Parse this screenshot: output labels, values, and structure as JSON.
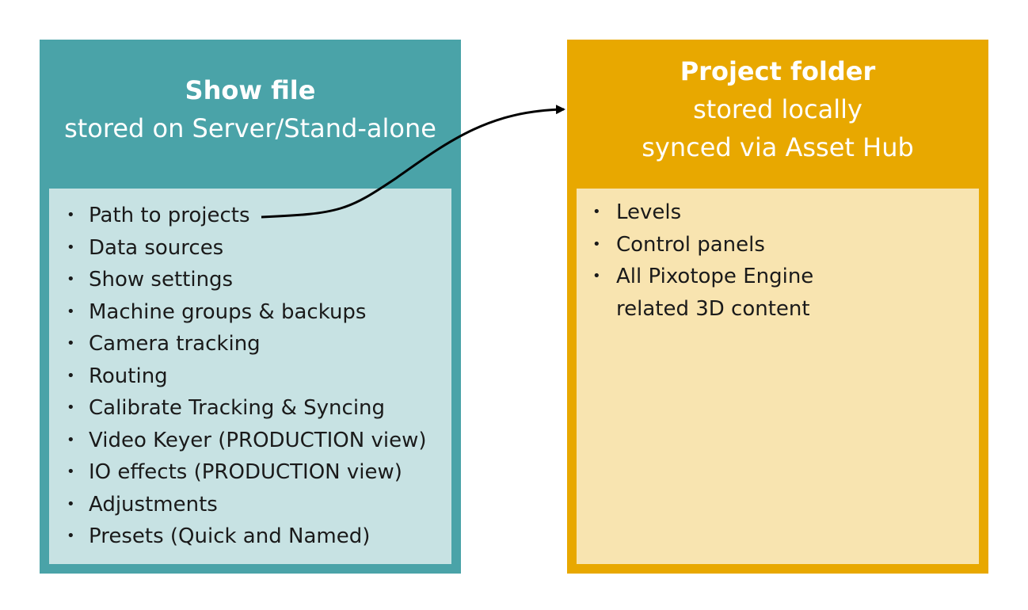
{
  "show_file": {
    "title": "Show file",
    "subtitle": "stored on Server/Stand-alone",
    "items": [
      "Path to projects",
      "Data sources",
      "Show settings",
      "Machine groups & backups",
      "Camera tracking",
      "Routing",
      "Calibrate Tracking & Syncing",
      "Video Keyer (PRODUCTION view)",
      "IO effects (PRODUCTION view)",
      "Adjustments",
      "Presets (Quick and Named)"
    ]
  },
  "project_folder": {
    "title": "Project folder",
    "subtitle_line1": "stored locally",
    "subtitle_line2": "synced via Asset Hub",
    "items": [
      "Levels",
      "Control panels",
      "All Pixotope Engine\nrelated 3D content"
    ]
  },
  "colors": {
    "show_header": "#4aa3a8",
    "show_body": "#c7e2e3",
    "project_header": "#e8a800",
    "project_body": "#f8e4b0"
  }
}
